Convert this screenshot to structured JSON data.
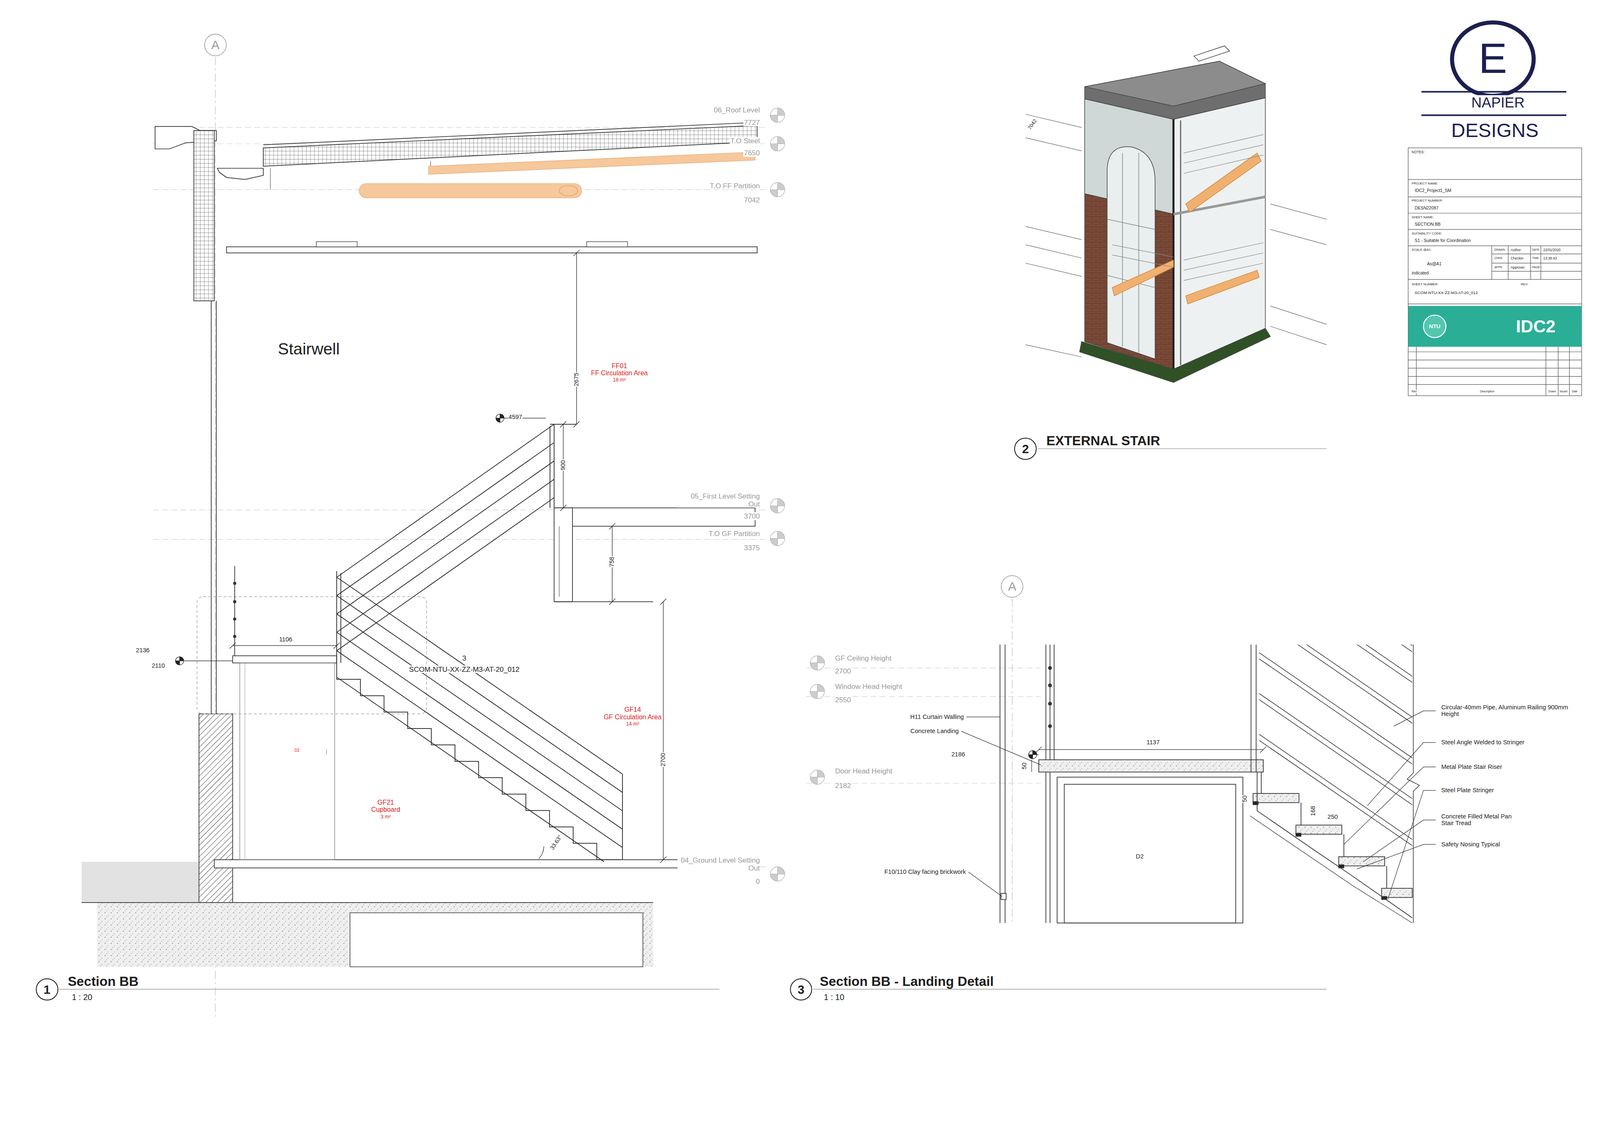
{
  "diagram": {
    "nodes": [
      {
        "text": [
          "A"
        ]
      },
      {
        "text": [
          "2"
        ]
      },
      {
        "text": [
          "A"
        ]
      },
      {
        "text": [
          "1"
        ]
      },
      {
        "text": [
          "3"
        ]
      }
    ],
    "labels": [
      "06_Roof Level",
      "7727",
      "T.O Steel",
      "7650",
      "T.O FF Partition",
      "7042",
      "Stairwell",
      "FF01",
      "FF Circulation Area",
      "18 m²",
      "2675",
      "4597",
      "900",
      "05_First Level Setting Out",
      "3700",
      "T.O GF Partition",
      "3375",
      "758",
      "2136",
      "2110",
      "1106",
      "3",
      "SCOM-NTU-XX-ZZ-M3-AT-20_012",
      "GF14",
      "GF Circulation Area",
      "14 m²",
      "2700",
      "02",
      "GF21",
      "Cupboard",
      "3 m²",
      "33.63°",
      "04_Ground Level Setting Out",
      "0",
      "Section BB",
      "1 : 20",
      "GF Ceiling Height",
      "2700",
      "Window Head Height",
      "2550",
      "Door Head Height",
      "2182",
      "H11",
      "Curtain Walling",
      "Concrete Landing",
      "2186",
      "50",
      "1137",
      "50",
      "168",
      "250",
      "D2",
      "F10/110 Clay facing brickwork",
      "Circular-40mm Pipe, Aluminum Railing 900mm Height",
      "Steel Angle Welded to Stringer",
      "Metal Plate Stair Riser",
      "Steel Plate Stringer",
      "Concrete Filled Metal Pan Stair Tread",
      "Safety Nosing Typical",
      "Section BB - Landing Detail",
      "1 : 10",
      "EXTERNAL STAIR",
      "7042",
      "NAPIER",
      "DESIGNS",
      "NOTES:",
      "PROJECT NAME:",
      "IDC2_Project1_SM",
      "PROJECT NUMBER:",
      "DESN22087",
      "SHEET NAME:",
      "SECTION BB",
      "SUITABILITY CODE:",
      "S1 - Suitable for Coordination",
      "SCALE @A1:",
      "As@A1",
      "indicated",
      "DRAWN",
      "Author",
      "DATE",
      "22/01/2020",
      "CHKD",
      "Checker",
      "TIME",
      "13:39:43",
      "APPR",
      "Approver",
      "PAGES",
      "SHEET NUMBER:",
      "REV:",
      "SCOM-NTU-XX-ZZ-M3-AT-20_012",
      "NTU",
      "IDC2",
      "Rev",
      "Description",
      "Drawn",
      "Issued",
      "Date",
      "E"
    ]
  }
}
